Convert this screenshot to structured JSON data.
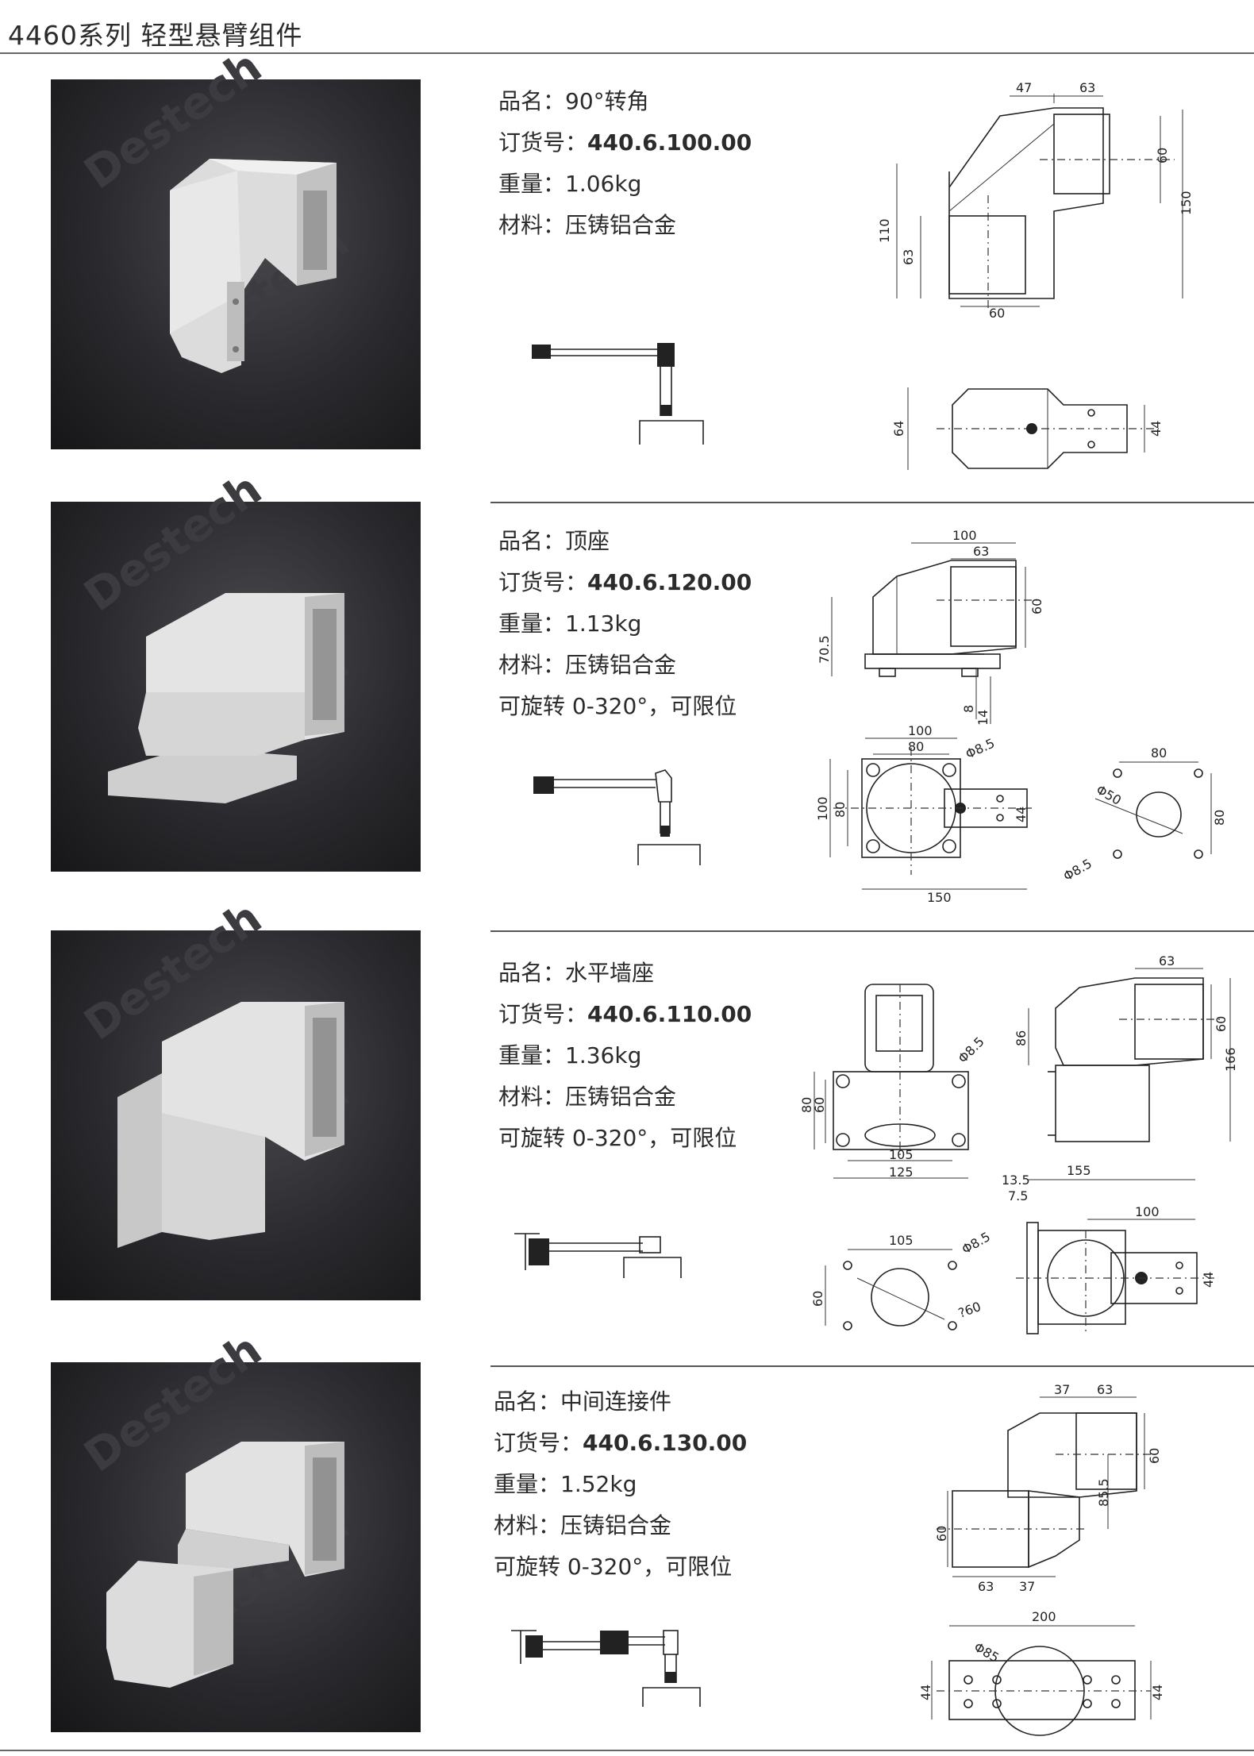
{
  "header": {
    "title": "4460系列  轻型悬臂组件"
  },
  "labels": {
    "name": "品名：",
    "order": "订货号：",
    "weight": "重量：",
    "material": "材料："
  },
  "watermark": "Destech",
  "items": [
    {
      "name": "90°转角",
      "order_no": "440.6.100.00",
      "weight": "1.06kg",
      "material": "压铸铝合金",
      "rotation": "",
      "dims": {
        "a": "47",
        "b": "63",
        "c": "60",
        "d": "150",
        "e": "110",
        "f": "63",
        "g": "60",
        "h": "64",
        "i": "44"
      }
    },
    {
      "name": "顶座",
      "order_no": "440.6.120.00",
      "weight": "1.13kg",
      "material": "压铸铝合金",
      "rotation": "可旋转 0-320°，可限位",
      "dims": {
        "a": "100",
        "b": "63",
        "c": "60",
        "d": "70.5",
        "e": "8",
        "f": "14",
        "g": "100",
        "h": "80",
        "i": "Φ8.5",
        "j": "100",
        "k": "80",
        "l": "44",
        "m": "150",
        "n": "80",
        "o": "Φ50",
        "p": "80",
        "q": "Φ8.5"
      }
    },
    {
      "name": "水平墙座",
      "order_no": "440.6.110.00",
      "weight": "1.36kg",
      "material": "压铸铝合金",
      "rotation": "可旋转 0-320°，可限位",
      "dims": {
        "a": "63",
        "b": "60",
        "c": "86",
        "d": "166",
        "e": "Φ8.5",
        "f": "80",
        "g": "60",
        "h": "105",
        "i": "125",
        "j": "13.5",
        "k": "7.5",
        "l": "155",
        "m": "100",
        "n": "44",
        "o": "105",
        "p": "Φ8.5",
        "q": "60",
        "r": "?60"
      }
    },
    {
      "name": "中间连接件",
      "order_no": "440.6.130.00",
      "weight": "1.52kg",
      "material": "压铸铝合金",
      "rotation": "可旋转 0-320°，可限位",
      "dims": {
        "a": "37",
        "b": "63",
        "c": "60",
        "d": "60",
        "e": "85.5",
        "f": "63",
        "g": "37",
        "h": "200",
        "i": "Φ85",
        "j": "44",
        "k": "44"
      }
    }
  ]
}
